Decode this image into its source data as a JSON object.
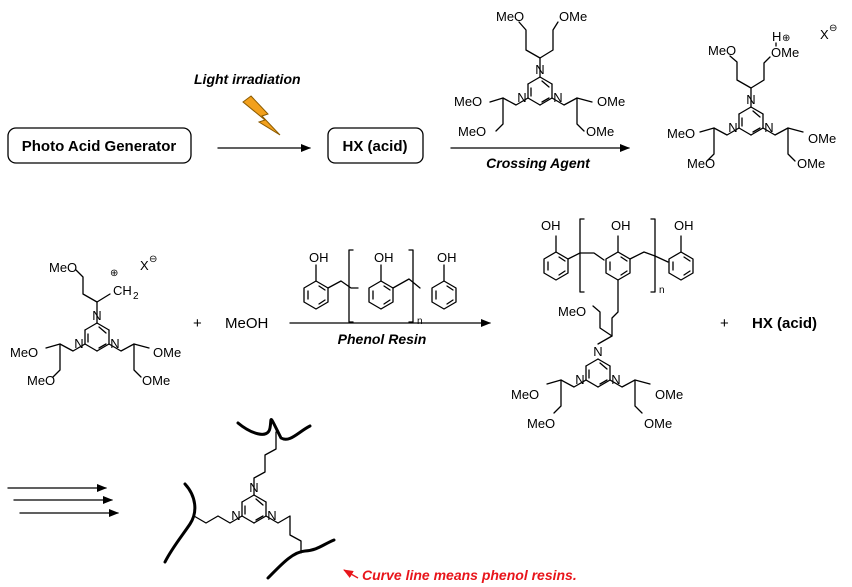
{
  "box_pag": "Photo Acid Generator",
  "box_acid": "HX (acid)",
  "light_label": "Light irradiation",
  "crosslink_label": "Crossing Agent",
  "phenol_label": "Phenol Resin",
  "meoh": "MeOH",
  "plus": "+",
  "product_acid": "HX (acid)",
  "note": "Curve line means phenol resins.",
  "colors": {
    "bolt": "#f2a01c",
    "bolt_stroke": "#8a5a00",
    "note": "#e8151b"
  },
  "atoms": {
    "MeO": "MeO",
    "OMe": "OMe",
    "N": "N",
    "OH": "OH",
    "n": "n",
    "X": "X",
    "minus": "⊖",
    "plus_charge": "⊕",
    "H": "H",
    "CH": "CH",
    "two": "2"
  }
}
